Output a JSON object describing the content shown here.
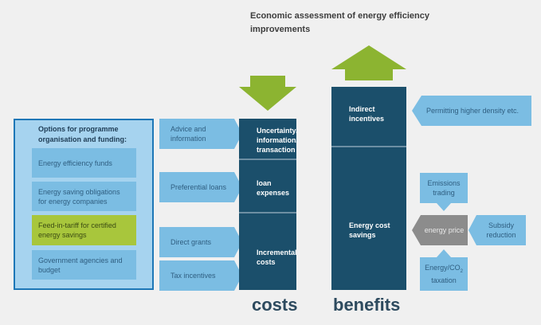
{
  "title": "Economic assessment of energy efficiency improvements",
  "panel": {
    "title": "Options for programme organisation and funding:",
    "options": [
      "Energy efficiency funds",
      "Energy saving obligations for energy companies",
      "Feed-in-tariff for certified energy savings",
      "Government agencies and budget"
    ]
  },
  "instruments": [
    "Advice and information",
    "Preferential loans",
    "Direct grants",
    "Tax incentives"
  ],
  "costs": {
    "label": "costs",
    "items": [
      "Uncertainty/ information/ transaction",
      "loan expenses",
      "Incremental costs"
    ]
  },
  "benefits": {
    "label": "benefits",
    "items": [
      "Indirect incentives",
      "Energy cost savings"
    ]
  },
  "right": {
    "permitting": "Permitting higher density etc.",
    "emissions": "Emissions trading",
    "energy_price": "energy price",
    "subsidy": "Subsidy reduction",
    "taxation_main": "Energy/CO",
    "taxation_sub": "2",
    "taxation_tail": " taxation"
  },
  "colors": {
    "accent_green": "#8cb431",
    "dark_column": "#1b4f6b",
    "light_blue": "#7bbde3",
    "panel_blue": "#a6d3ef"
  }
}
